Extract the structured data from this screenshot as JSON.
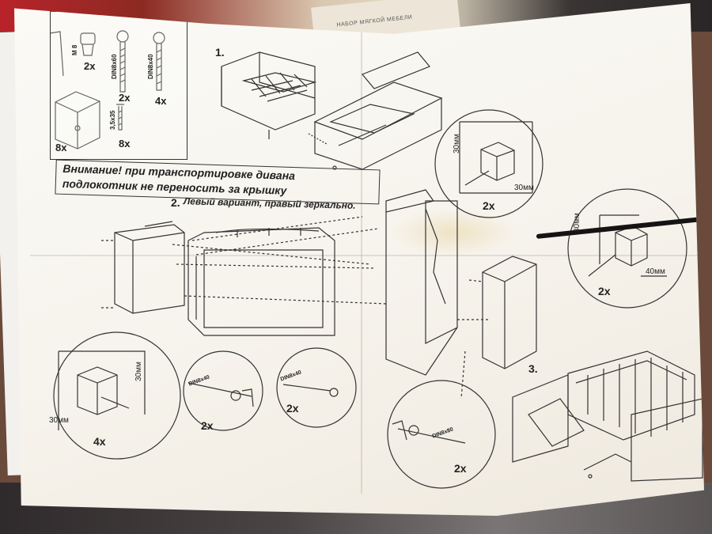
{
  "parts": {
    "hex_key": {
      "icon": "hex-key-icon"
    },
    "nut": {
      "size": "M 8",
      "qty": "2x"
    },
    "bolt_long": {
      "size": "DIN8x60",
      "qty": "2x"
    },
    "bolt_short": {
      "size": "DIN8x40",
      "qty": "4x"
    },
    "foot": {
      "qty": "8x"
    },
    "screw": {
      "size": "3,5x35",
      "qty": "8x"
    }
  },
  "warning": {
    "line1": "Внимание!  при транспортировке дивана",
    "line2": "подлокотник не переносить за крышку"
  },
  "steps": {
    "step1": "1.",
    "step2": "2.",
    "step2_text": "Левый вариант, правый зеркально.",
    "step3": "3."
  },
  "details": {
    "top_right": {
      "meas_v": "30мм",
      "meas_h": "30мм",
      "qty": "2x"
    },
    "right": {
      "meas_v": "30мм",
      "meas_h": "40мм",
      "qty": "2x"
    },
    "bottom_left": {
      "meas_v": "30мм",
      "meas_h": "30мм",
      "qty": "4x"
    },
    "bolt_a": {
      "size": "DIN8x40",
      "qty": "2x"
    },
    "bolt_b": {
      "size": "DIN8x40",
      "qty": "2x"
    },
    "bolt_c": {
      "size": "DIN8x80",
      "qty": "2x"
    }
  },
  "background": {
    "back_sheet_title": "НАБОР МЯГКОЙ МЕБЕЛИ"
  },
  "colors": {
    "paper": "#f8f6f0",
    "ink": "#222222",
    "stain": "#e1c378"
  }
}
